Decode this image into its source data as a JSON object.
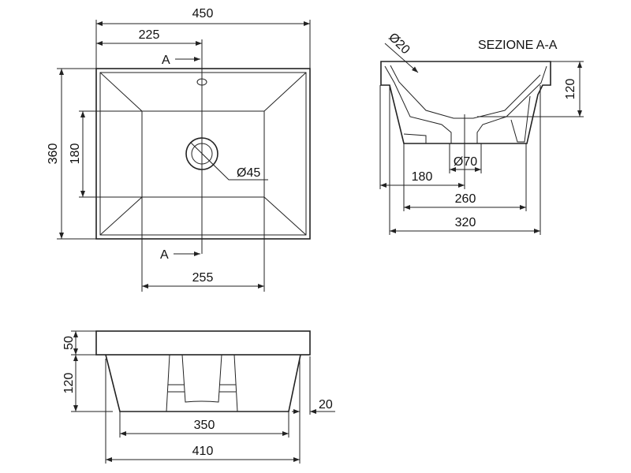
{
  "title": "SEZIONE A-A",
  "top_view": {
    "width": "450",
    "half_width": "225",
    "depth": "360",
    "inner_depth": "180",
    "inner_width": "255",
    "drain": "Ø45",
    "section_mark": "A"
  },
  "section_view": {
    "overflow": "Ø20",
    "height": "120",
    "drain": "Ø70",
    "offset": "180",
    "foot": "260",
    "body": "320"
  },
  "front_view": {
    "rim": "50",
    "height": "120",
    "base": "350",
    "body": "410",
    "taper": "20"
  }
}
